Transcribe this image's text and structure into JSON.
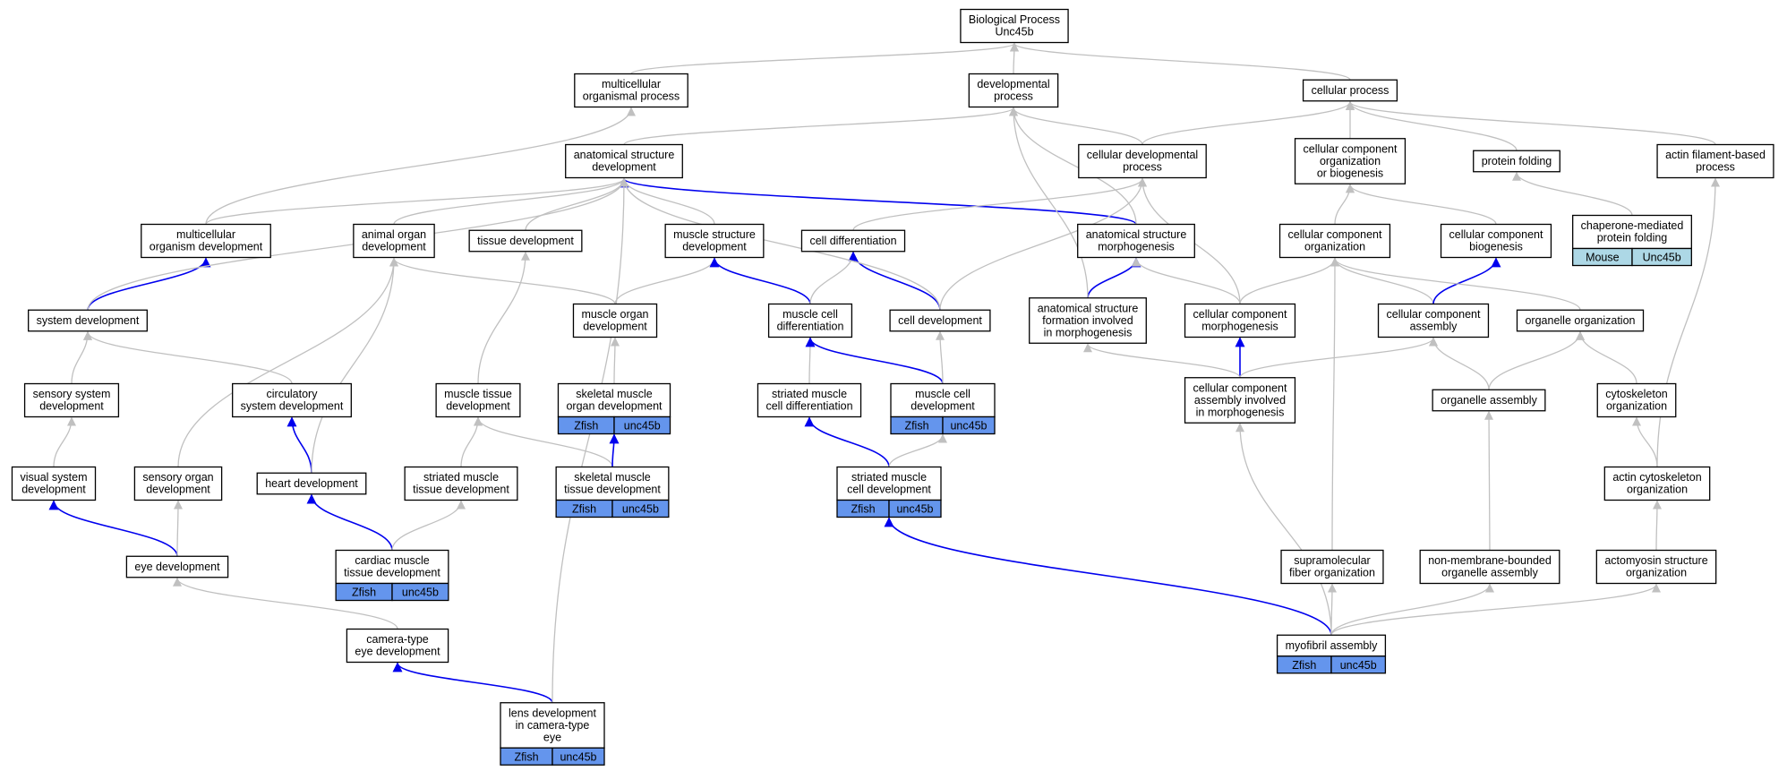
{
  "diagram": {
    "nodes": [
      {
        "id": "bp",
        "lines": [
          "Biological Process",
          "Unc45b"
        ]
      },
      {
        "id": "mop",
        "lines": [
          "multicellular",
          "organismal process"
        ]
      },
      {
        "id": "dp",
        "lines": [
          "developmental",
          "process"
        ]
      },
      {
        "id": "cp",
        "lines": [
          "cellular process"
        ]
      },
      {
        "id": "asd",
        "lines": [
          "anatomical structure",
          "development"
        ]
      },
      {
        "id": "cdp",
        "lines": [
          "cellular developmental",
          "process"
        ]
      },
      {
        "id": "ccob",
        "lines": [
          "cellular component",
          "organization",
          "or biogenesis"
        ]
      },
      {
        "id": "pf",
        "lines": [
          "protein folding"
        ]
      },
      {
        "id": "afbp",
        "lines": [
          "actin filament-based",
          "process"
        ]
      },
      {
        "id": "cmpf",
        "lines": [
          "chaperone-mediated",
          "protein folding"
        ],
        "tags": [
          "Mouse",
          "Unc45b"
        ],
        "tag_style": "light"
      },
      {
        "id": "mod",
        "lines": [
          "multicellular",
          "organism development"
        ]
      },
      {
        "id": "aod",
        "lines": [
          "animal organ",
          "development"
        ]
      },
      {
        "id": "td",
        "lines": [
          "tissue development"
        ]
      },
      {
        "id": "msd",
        "lines": [
          "muscle structure",
          "development"
        ]
      },
      {
        "id": "cdiff",
        "lines": [
          "cell differentiation"
        ]
      },
      {
        "id": "asm",
        "lines": [
          "anatomical structure",
          "morphogenesis"
        ]
      },
      {
        "id": "cco",
        "lines": [
          "cellular component",
          "organization"
        ]
      },
      {
        "id": "ccb",
        "lines": [
          "cellular component",
          "biogenesis"
        ]
      },
      {
        "id": "sd",
        "lines": [
          "system development"
        ]
      },
      {
        "id": "mod2",
        "lines": [
          "muscle organ",
          "development"
        ]
      },
      {
        "id": "mcd",
        "lines": [
          "muscle cell",
          "differentiation"
        ]
      },
      {
        "id": "cdev",
        "lines": [
          "cell development"
        ]
      },
      {
        "id": "asfm",
        "lines": [
          "anatomical structure",
          "formation involved",
          "in morphogenesis"
        ]
      },
      {
        "id": "ccm",
        "lines": [
          "cellular component",
          "morphogenesis"
        ]
      },
      {
        "id": "cca",
        "lines": [
          "cellular component",
          "assembly"
        ]
      },
      {
        "id": "oo",
        "lines": [
          "organelle organization"
        ]
      },
      {
        "id": "ssd",
        "lines": [
          "sensory system",
          "development"
        ]
      },
      {
        "id": "csd",
        "lines": [
          "circulatory",
          "system development"
        ]
      },
      {
        "id": "mtd",
        "lines": [
          "muscle tissue",
          "development"
        ]
      },
      {
        "id": "smod",
        "lines": [
          "skeletal muscle",
          "organ development"
        ],
        "tags": [
          "Zfish",
          "unc45b"
        ],
        "tag_style": "dark"
      },
      {
        "id": "smcd",
        "lines": [
          "striated muscle",
          "cell differentiation"
        ]
      },
      {
        "id": "mcdev",
        "lines": [
          "muscle cell",
          "development"
        ],
        "tags": [
          "Zfish",
          "unc45b"
        ],
        "tag_style": "dark"
      },
      {
        "id": "ccaim",
        "lines": [
          "cellular component",
          "assembly involved",
          "in morphogenesis"
        ]
      },
      {
        "id": "oa",
        "lines": [
          "organelle assembly"
        ]
      },
      {
        "id": "co",
        "lines": [
          "cytoskeleton",
          "organization"
        ]
      },
      {
        "id": "vsd",
        "lines": [
          "visual system",
          "development"
        ]
      },
      {
        "id": "sod",
        "lines": [
          "sensory organ",
          "development"
        ]
      },
      {
        "id": "hd",
        "lines": [
          "heart development"
        ]
      },
      {
        "id": "stdev",
        "lines": [
          "striated muscle",
          "tissue development"
        ]
      },
      {
        "id": "smtd",
        "lines": [
          "skeletal muscle",
          "tissue development"
        ],
        "tags": [
          "Zfish",
          "unc45b"
        ],
        "tag_style": "dark"
      },
      {
        "id": "smcdev",
        "lines": [
          "striated muscle",
          "cell development"
        ],
        "tags": [
          "Zfish",
          "unc45b"
        ],
        "tag_style": "dark"
      },
      {
        "id": "aco",
        "lines": [
          "actin cytoskeleton",
          "organization"
        ]
      },
      {
        "id": "ed",
        "lines": [
          "eye development"
        ]
      },
      {
        "id": "cmtd",
        "lines": [
          "cardiac muscle",
          "tissue development"
        ],
        "tags": [
          "Zfish",
          "unc45b"
        ],
        "tag_style": "dark"
      },
      {
        "id": "sfo",
        "lines": [
          "supramolecular",
          "fiber organization"
        ]
      },
      {
        "id": "nmboa",
        "lines": [
          "non-membrane-bounded",
          "organelle assembly"
        ]
      },
      {
        "id": "aso",
        "lines": [
          "actomyosin structure",
          "organization"
        ]
      },
      {
        "id": "cted",
        "lines": [
          "camera-type",
          "eye development"
        ]
      },
      {
        "id": "ma",
        "lines": [
          "myofibril assembly"
        ],
        "tags": [
          "Zfish",
          "unc45b"
        ],
        "tag_style": "dark"
      },
      {
        "id": "ld",
        "lines": [
          "lens development",
          "in camera-type",
          "eye"
        ],
        "tags": [
          "Zfish",
          "unc45b"
        ],
        "tag_style": "dark"
      }
    ],
    "edges": [
      {
        "from": "mop",
        "to": "bp",
        "color": "gray"
      },
      {
        "from": "dp",
        "to": "bp",
        "color": "gray"
      },
      {
        "from": "cp",
        "to": "bp",
        "color": "gray"
      },
      {
        "from": "asd",
        "to": "dp",
        "color": "gray"
      },
      {
        "from": "cdp",
        "to": "dp",
        "color": "gray"
      },
      {
        "from": "cdp",
        "to": "cp",
        "color": "gray"
      },
      {
        "from": "ccob",
        "to": "cp",
        "color": "gray"
      },
      {
        "from": "pf",
        "to": "cp",
        "color": "gray"
      },
      {
        "from": "afbp",
        "to": "cp",
        "color": "gray"
      },
      {
        "from": "cmpf",
        "to": "pf",
        "color": "gray"
      },
      {
        "from": "mod",
        "to": "mop",
        "color": "gray"
      },
      {
        "from": "mod",
        "to": "asd",
        "color": "gray"
      },
      {
        "from": "aod",
        "to": "asd",
        "color": "gray"
      },
      {
        "from": "td",
        "to": "asd",
        "color": "gray"
      },
      {
        "from": "msd",
        "to": "asd",
        "color": "gray"
      },
      {
        "from": "asm",
        "to": "asd",
        "color": "blue"
      },
      {
        "from": "asm",
        "to": "dp",
        "color": "gray"
      },
      {
        "from": "cdiff",
        "to": "cdp",
        "color": "gray"
      },
      {
        "from": "cco",
        "to": "ccob",
        "color": "gray"
      },
      {
        "from": "ccb",
        "to": "ccob",
        "color": "gray"
      },
      {
        "from": "sd",
        "to": "mod",
        "color": "blue"
      },
      {
        "from": "sd",
        "to": "asd",
        "color": "gray"
      },
      {
        "from": "mod2",
        "to": "aod",
        "color": "gray"
      },
      {
        "from": "mod2",
        "to": "msd",
        "color": "gray"
      },
      {
        "from": "mcd",
        "to": "msd",
        "color": "blue"
      },
      {
        "from": "mcd",
        "to": "cdiff",
        "color": "gray"
      },
      {
        "from": "cdev",
        "to": "cdiff",
        "color": "blue"
      },
      {
        "from": "cdev",
        "to": "cdp",
        "color": "gray"
      },
      {
        "from": "cdev",
        "to": "asd",
        "color": "gray"
      },
      {
        "from": "asfm",
        "to": "asm",
        "color": "blue"
      },
      {
        "from": "asfm",
        "to": "dp",
        "color": "gray"
      },
      {
        "from": "ccm",
        "to": "asm",
        "color": "gray"
      },
      {
        "from": "ccm",
        "to": "cdp",
        "color": "gray"
      },
      {
        "from": "ccm",
        "to": "cco",
        "color": "gray"
      },
      {
        "from": "cca",
        "to": "cco",
        "color": "gray"
      },
      {
        "from": "cca",
        "to": "ccb",
        "color": "blue"
      },
      {
        "from": "oo",
        "to": "cco",
        "color": "gray"
      },
      {
        "from": "ssd",
        "to": "sd",
        "color": "gray"
      },
      {
        "from": "csd",
        "to": "sd",
        "color": "gray"
      },
      {
        "from": "mtd",
        "to": "td",
        "color": "gray"
      },
      {
        "from": "smod",
        "to": "mod2",
        "color": "gray"
      },
      {
        "from": "smcd",
        "to": "mcd",
        "color": "gray"
      },
      {
        "from": "mcdev",
        "to": "mcd",
        "color": "blue"
      },
      {
        "from": "mcdev",
        "to": "cdev",
        "color": "gray"
      },
      {
        "from": "ccaim",
        "to": "ccm",
        "color": "blue"
      },
      {
        "from": "ccaim",
        "to": "asfm",
        "color": "gray"
      },
      {
        "from": "ccaim",
        "to": "cca",
        "color": "gray"
      },
      {
        "from": "oa",
        "to": "cca",
        "color": "gray"
      },
      {
        "from": "oa",
        "to": "oo",
        "color": "gray"
      },
      {
        "from": "co",
        "to": "oo",
        "color": "gray"
      },
      {
        "from": "vsd",
        "to": "ssd",
        "color": "gray"
      },
      {
        "from": "sod",
        "to": "aod",
        "color": "gray"
      },
      {
        "from": "hd",
        "to": "csd",
        "color": "blue"
      },
      {
        "from": "hd",
        "to": "aod",
        "color": "gray"
      },
      {
        "from": "stdev",
        "to": "mtd",
        "color": "gray"
      },
      {
        "from": "smtd",
        "to": "mtd",
        "color": "gray"
      },
      {
        "from": "smtd",
        "to": "smod",
        "color": "blue"
      },
      {
        "from": "smcdev",
        "to": "smcd",
        "color": "blue"
      },
      {
        "from": "smcdev",
        "to": "mcdev",
        "color": "gray"
      },
      {
        "from": "aco",
        "to": "co",
        "color": "gray"
      },
      {
        "from": "aco",
        "to": "afbp",
        "color": "gray"
      },
      {
        "from": "ed",
        "to": "vsd",
        "color": "blue"
      },
      {
        "from": "ed",
        "to": "sod",
        "color": "gray"
      },
      {
        "from": "cmtd",
        "to": "hd",
        "color": "blue"
      },
      {
        "from": "cmtd",
        "to": "stdev",
        "color": "gray"
      },
      {
        "from": "sfo",
        "to": "cco",
        "color": "gray"
      },
      {
        "from": "nmboa",
        "to": "oa",
        "color": "gray"
      },
      {
        "from": "aso",
        "to": "aco",
        "color": "gray"
      },
      {
        "from": "cted",
        "to": "ed",
        "color": "gray"
      },
      {
        "from": "ma",
        "to": "smcdev",
        "color": "blue"
      },
      {
        "from": "ma",
        "to": "sfo",
        "color": "gray"
      },
      {
        "from": "ma",
        "to": "nmboa",
        "color": "gray"
      },
      {
        "from": "ma",
        "to": "aso",
        "color": "gray"
      },
      {
        "from": "ma",
        "to": "ccaim",
        "color": "gray"
      },
      {
        "from": "ld",
        "to": "cted",
        "color": "blue"
      },
      {
        "from": "ld",
        "to": "asd",
        "color": "gray"
      }
    ],
    "colors": {
      "edge_gray": "#c0c0c0",
      "edge_blue": "#0000ee",
      "tag_dark": "#6495ed",
      "tag_light": "#add8e6"
    }
  }
}
